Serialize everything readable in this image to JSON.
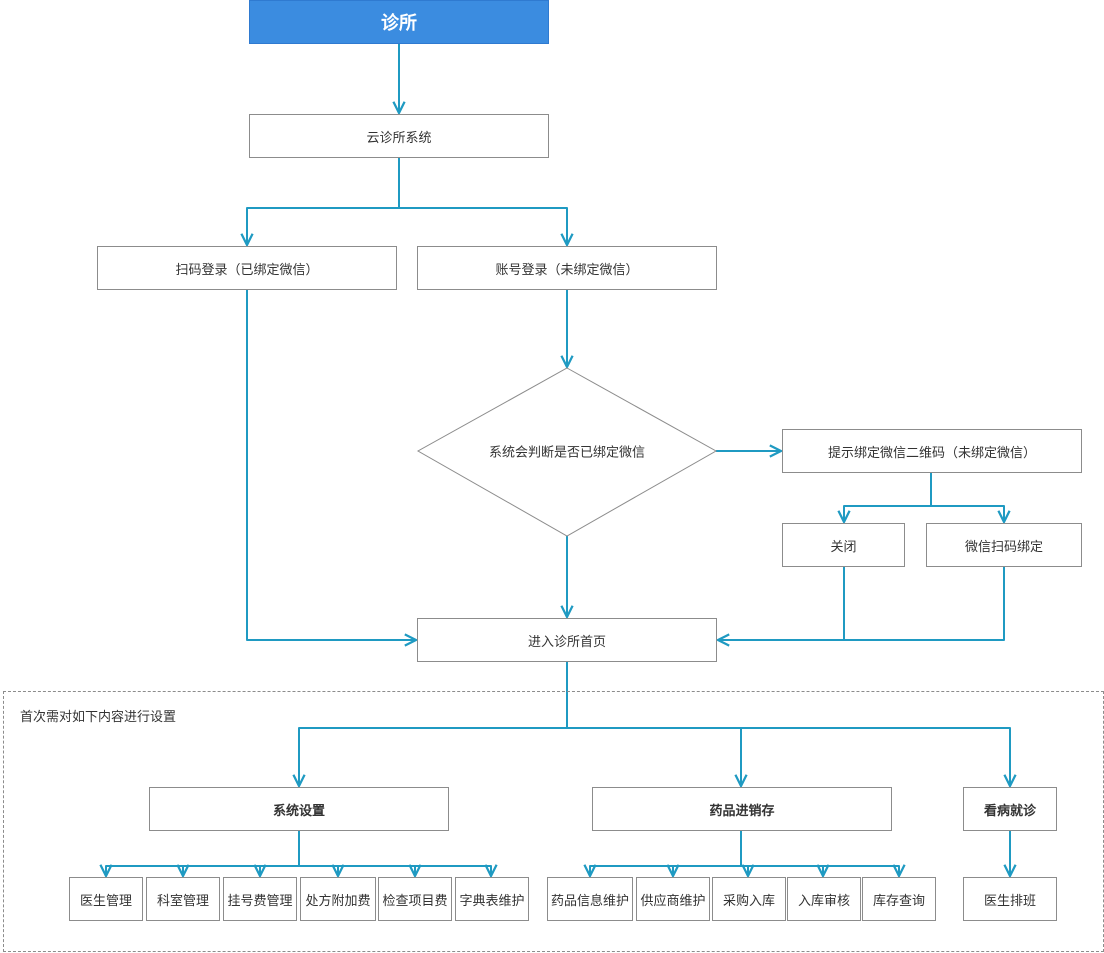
{
  "colors": {
    "header_fill": "#3b8ce0",
    "connector": "#1f9ac2",
    "border": "#8c8c8c"
  },
  "header": {
    "title": "诊所"
  },
  "nodes": {
    "cloud_system": "云诊所系统",
    "scan_login": "扫码登录（已绑定微信）",
    "account_login": "账号登录（未绑定微信）",
    "check_wechat": "系统会判断是否已绑定微信",
    "prompt_qr": "提示绑定微信二维码（未绑定微信）",
    "close": "关闭",
    "wechat_scan_bind": "微信扫码绑定",
    "enter_home": "进入诊所首页"
  },
  "setup_group": {
    "label": "首次需对如下内容进行设置",
    "categories": {
      "system_settings": {
        "label": "系统设置",
        "items": [
          "医生管理",
          "科室管理",
          "挂号费管理",
          "处方附加费",
          "检查项目费",
          "字典表维护"
        ]
      },
      "pharmacy": {
        "label": "药品进销存",
        "items": [
          "药品信息维护",
          "供应商维护",
          "采购入库",
          "入库审核",
          "库存查询"
        ]
      },
      "consultation": {
        "label": "看病就诊",
        "items": [
          "医生排班"
        ]
      }
    }
  }
}
